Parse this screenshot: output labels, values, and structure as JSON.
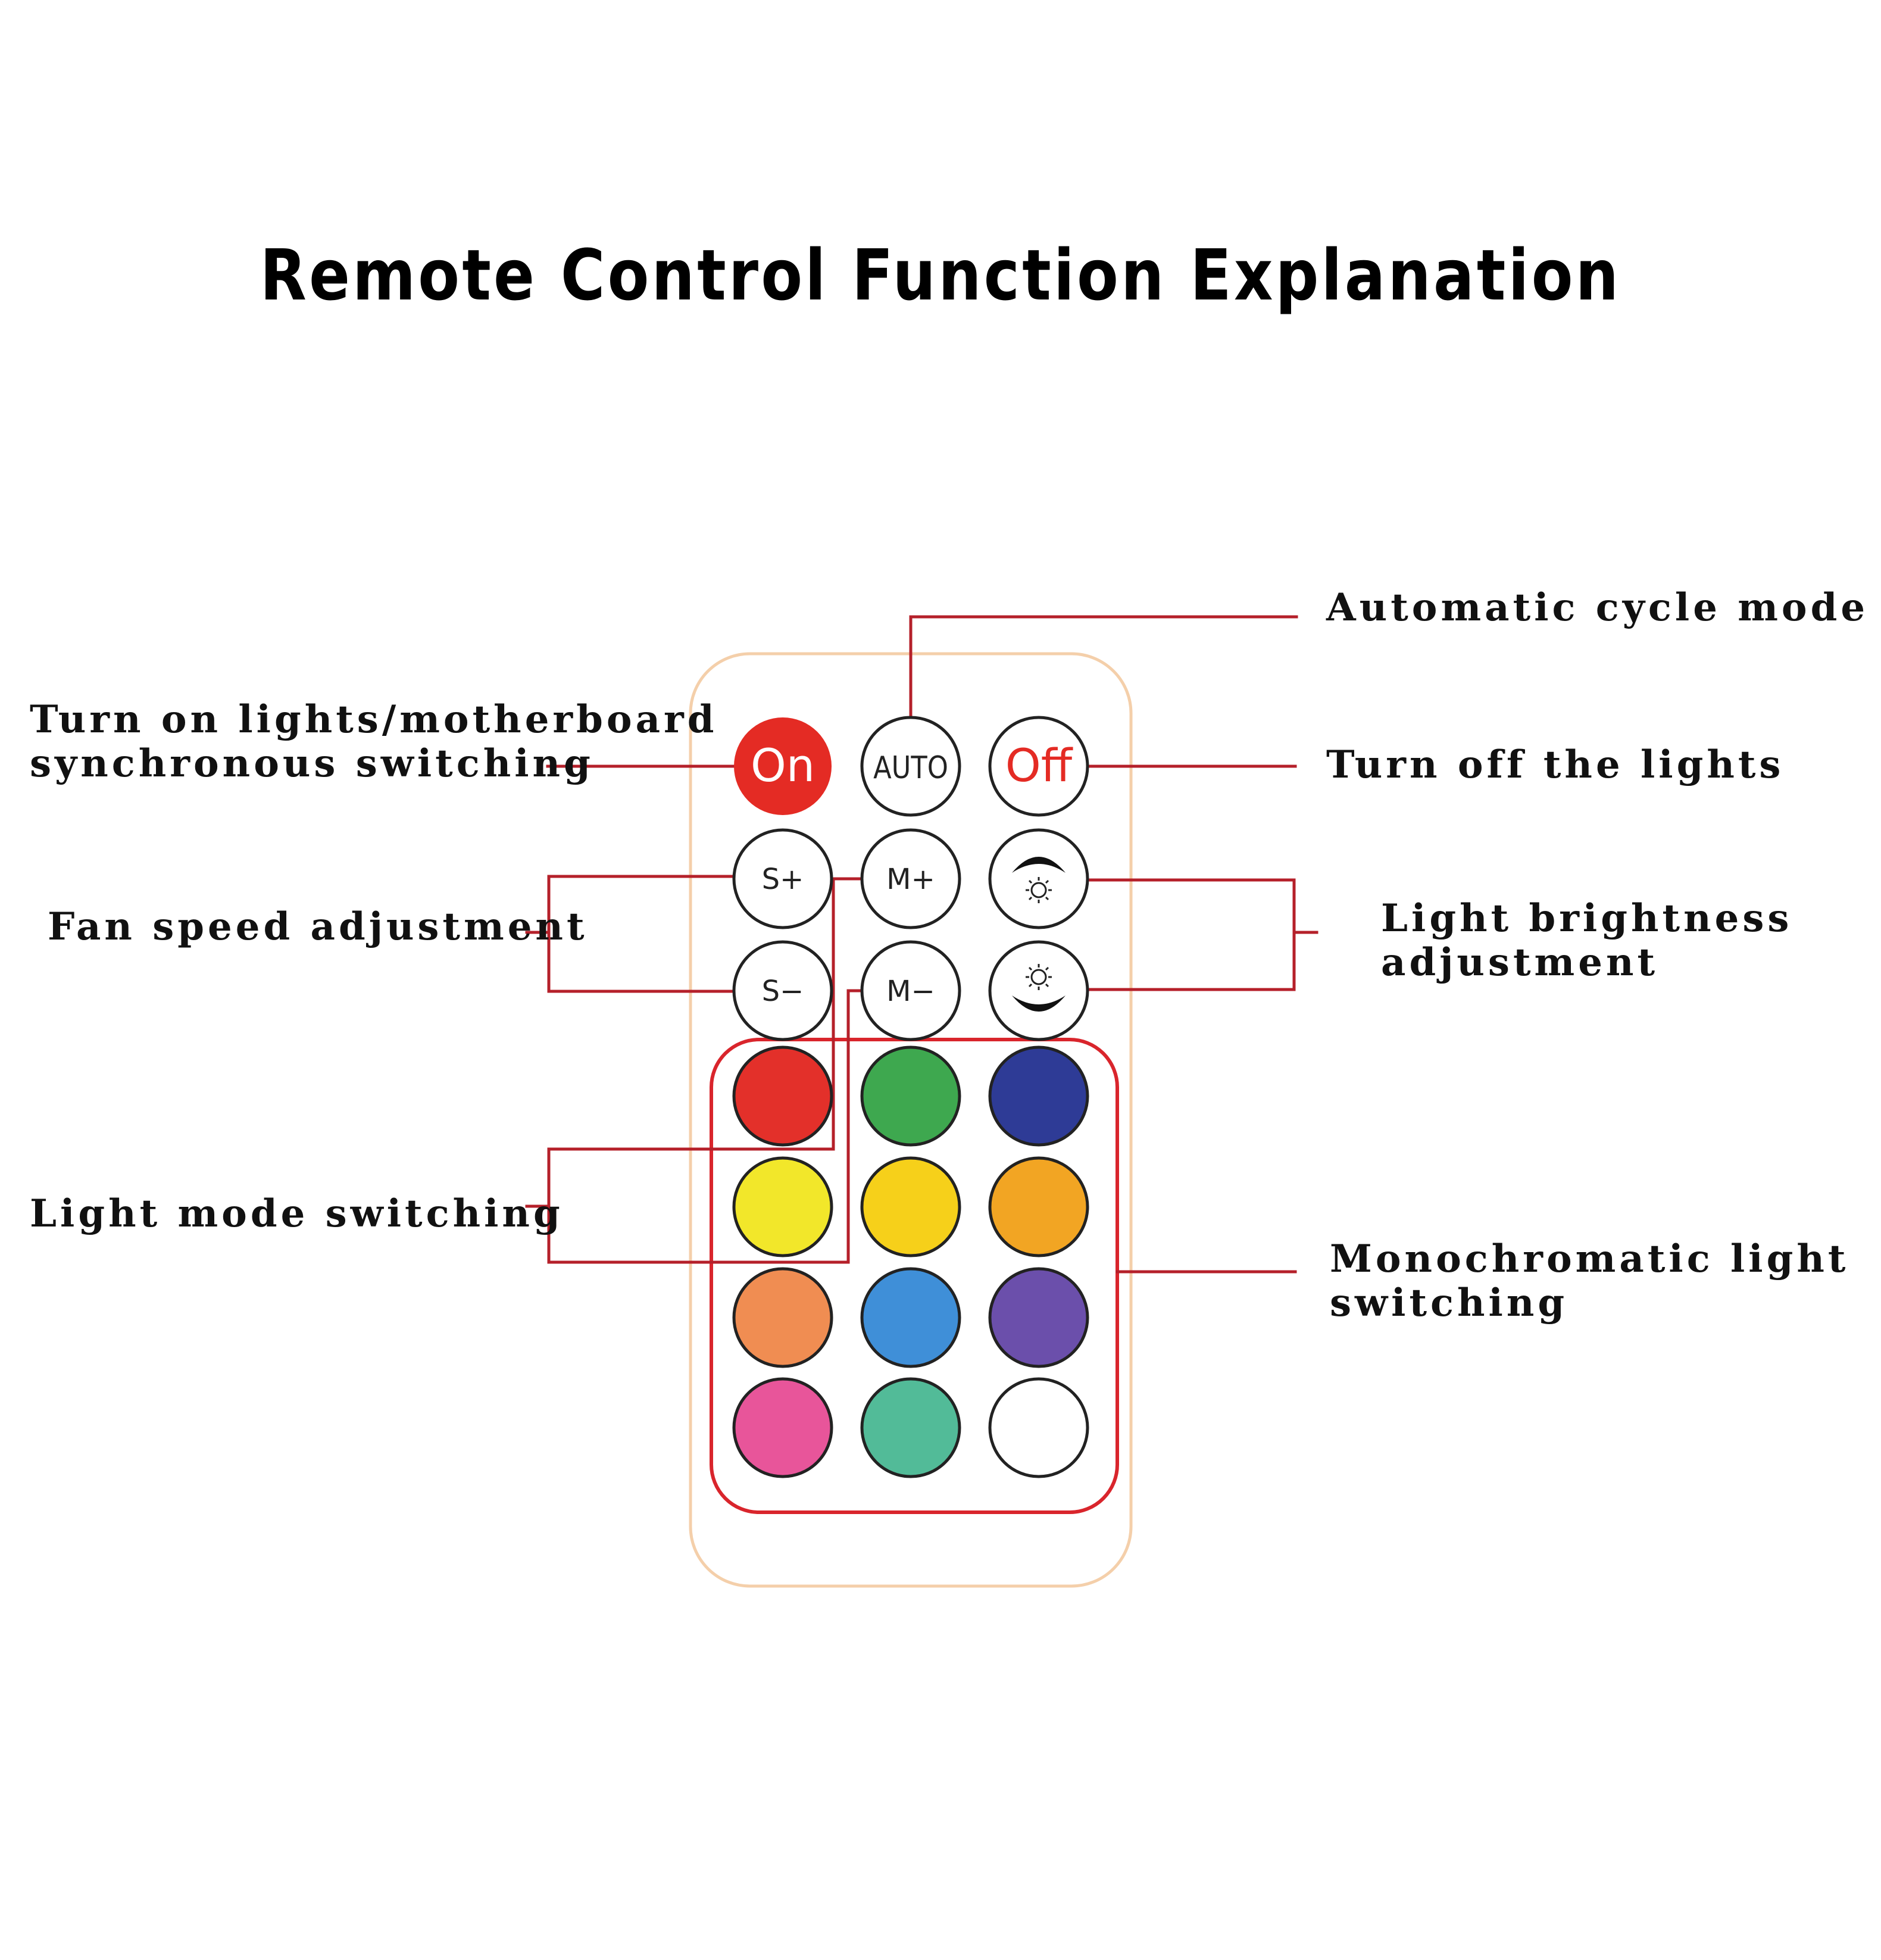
{
  "title": "Remote Control Function Explanation",
  "labels": {
    "auto_cycle": "Automatic cycle mode",
    "turn_on_line1": "Turn on lights/motherboard",
    "turn_on_line2": "synchronous switching",
    "turn_off": "Turn off the lights",
    "fan_speed": "Fan speed adjustment",
    "brightness_line1": "Light brightness",
    "brightness_line2": "adjustment",
    "light_mode": "Light mode switching",
    "mono_line1": "Monochromatic light",
    "mono_line2": "switching"
  },
  "remote": {
    "buttons": {
      "on": "On",
      "auto": "AUTO",
      "off": "Off",
      "speed_up": "S+",
      "speed_down": "S−",
      "mode_up": "M+",
      "mode_down": "M−",
      "brightness_up_icon": "brightness-up-icon",
      "brightness_down_icon": "brightness-down-icon"
    },
    "color_buttons": [
      {
        "name": "red",
        "color": "#e3302a"
      },
      {
        "name": "green",
        "color": "#3ea84f"
      },
      {
        "name": "blue",
        "color": "#2e3b96"
      },
      {
        "name": "yellow",
        "color": "#f2e72a"
      },
      {
        "name": "golden-yellow",
        "color": "#f6d01a"
      },
      {
        "name": "orange",
        "color": "#f2a523"
      },
      {
        "name": "light-orange",
        "color": "#f08d52"
      },
      {
        "name": "sky-blue",
        "color": "#3f8fd8"
      },
      {
        "name": "purple",
        "color": "#6b4fab"
      },
      {
        "name": "pink",
        "color": "#e8559a"
      },
      {
        "name": "teal",
        "color": "#52bb98"
      },
      {
        "name": "white",
        "color": "#ffffff"
      }
    ]
  },
  "colors": {
    "callout_line": "#b5202a",
    "remote_outline": "#f4cfaa",
    "on_button": "#e42b24",
    "off_text": "#e42b24"
  }
}
